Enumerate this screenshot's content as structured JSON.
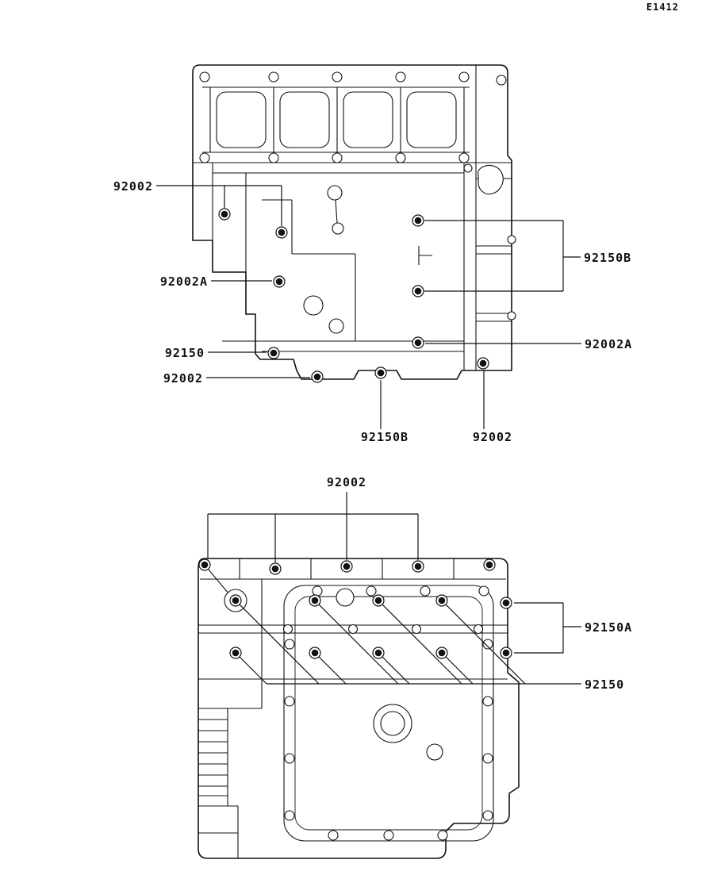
{
  "page": {
    "code": "E1412",
    "background": "#ffffff",
    "ink": "#111111"
  },
  "callouts": {
    "upper": [
      {
        "part": "92002"
      },
      {
        "part": "92002A"
      },
      {
        "part": "92150B"
      },
      {
        "part": "92002A"
      },
      {
        "part": "92150"
      },
      {
        "part": "92002"
      },
      {
        "part": "92150B"
      },
      {
        "part": "92002"
      }
    ],
    "lower": [
      {
        "part": "92002"
      },
      {
        "part": "92150A"
      },
      {
        "part": "92150"
      }
    ]
  }
}
